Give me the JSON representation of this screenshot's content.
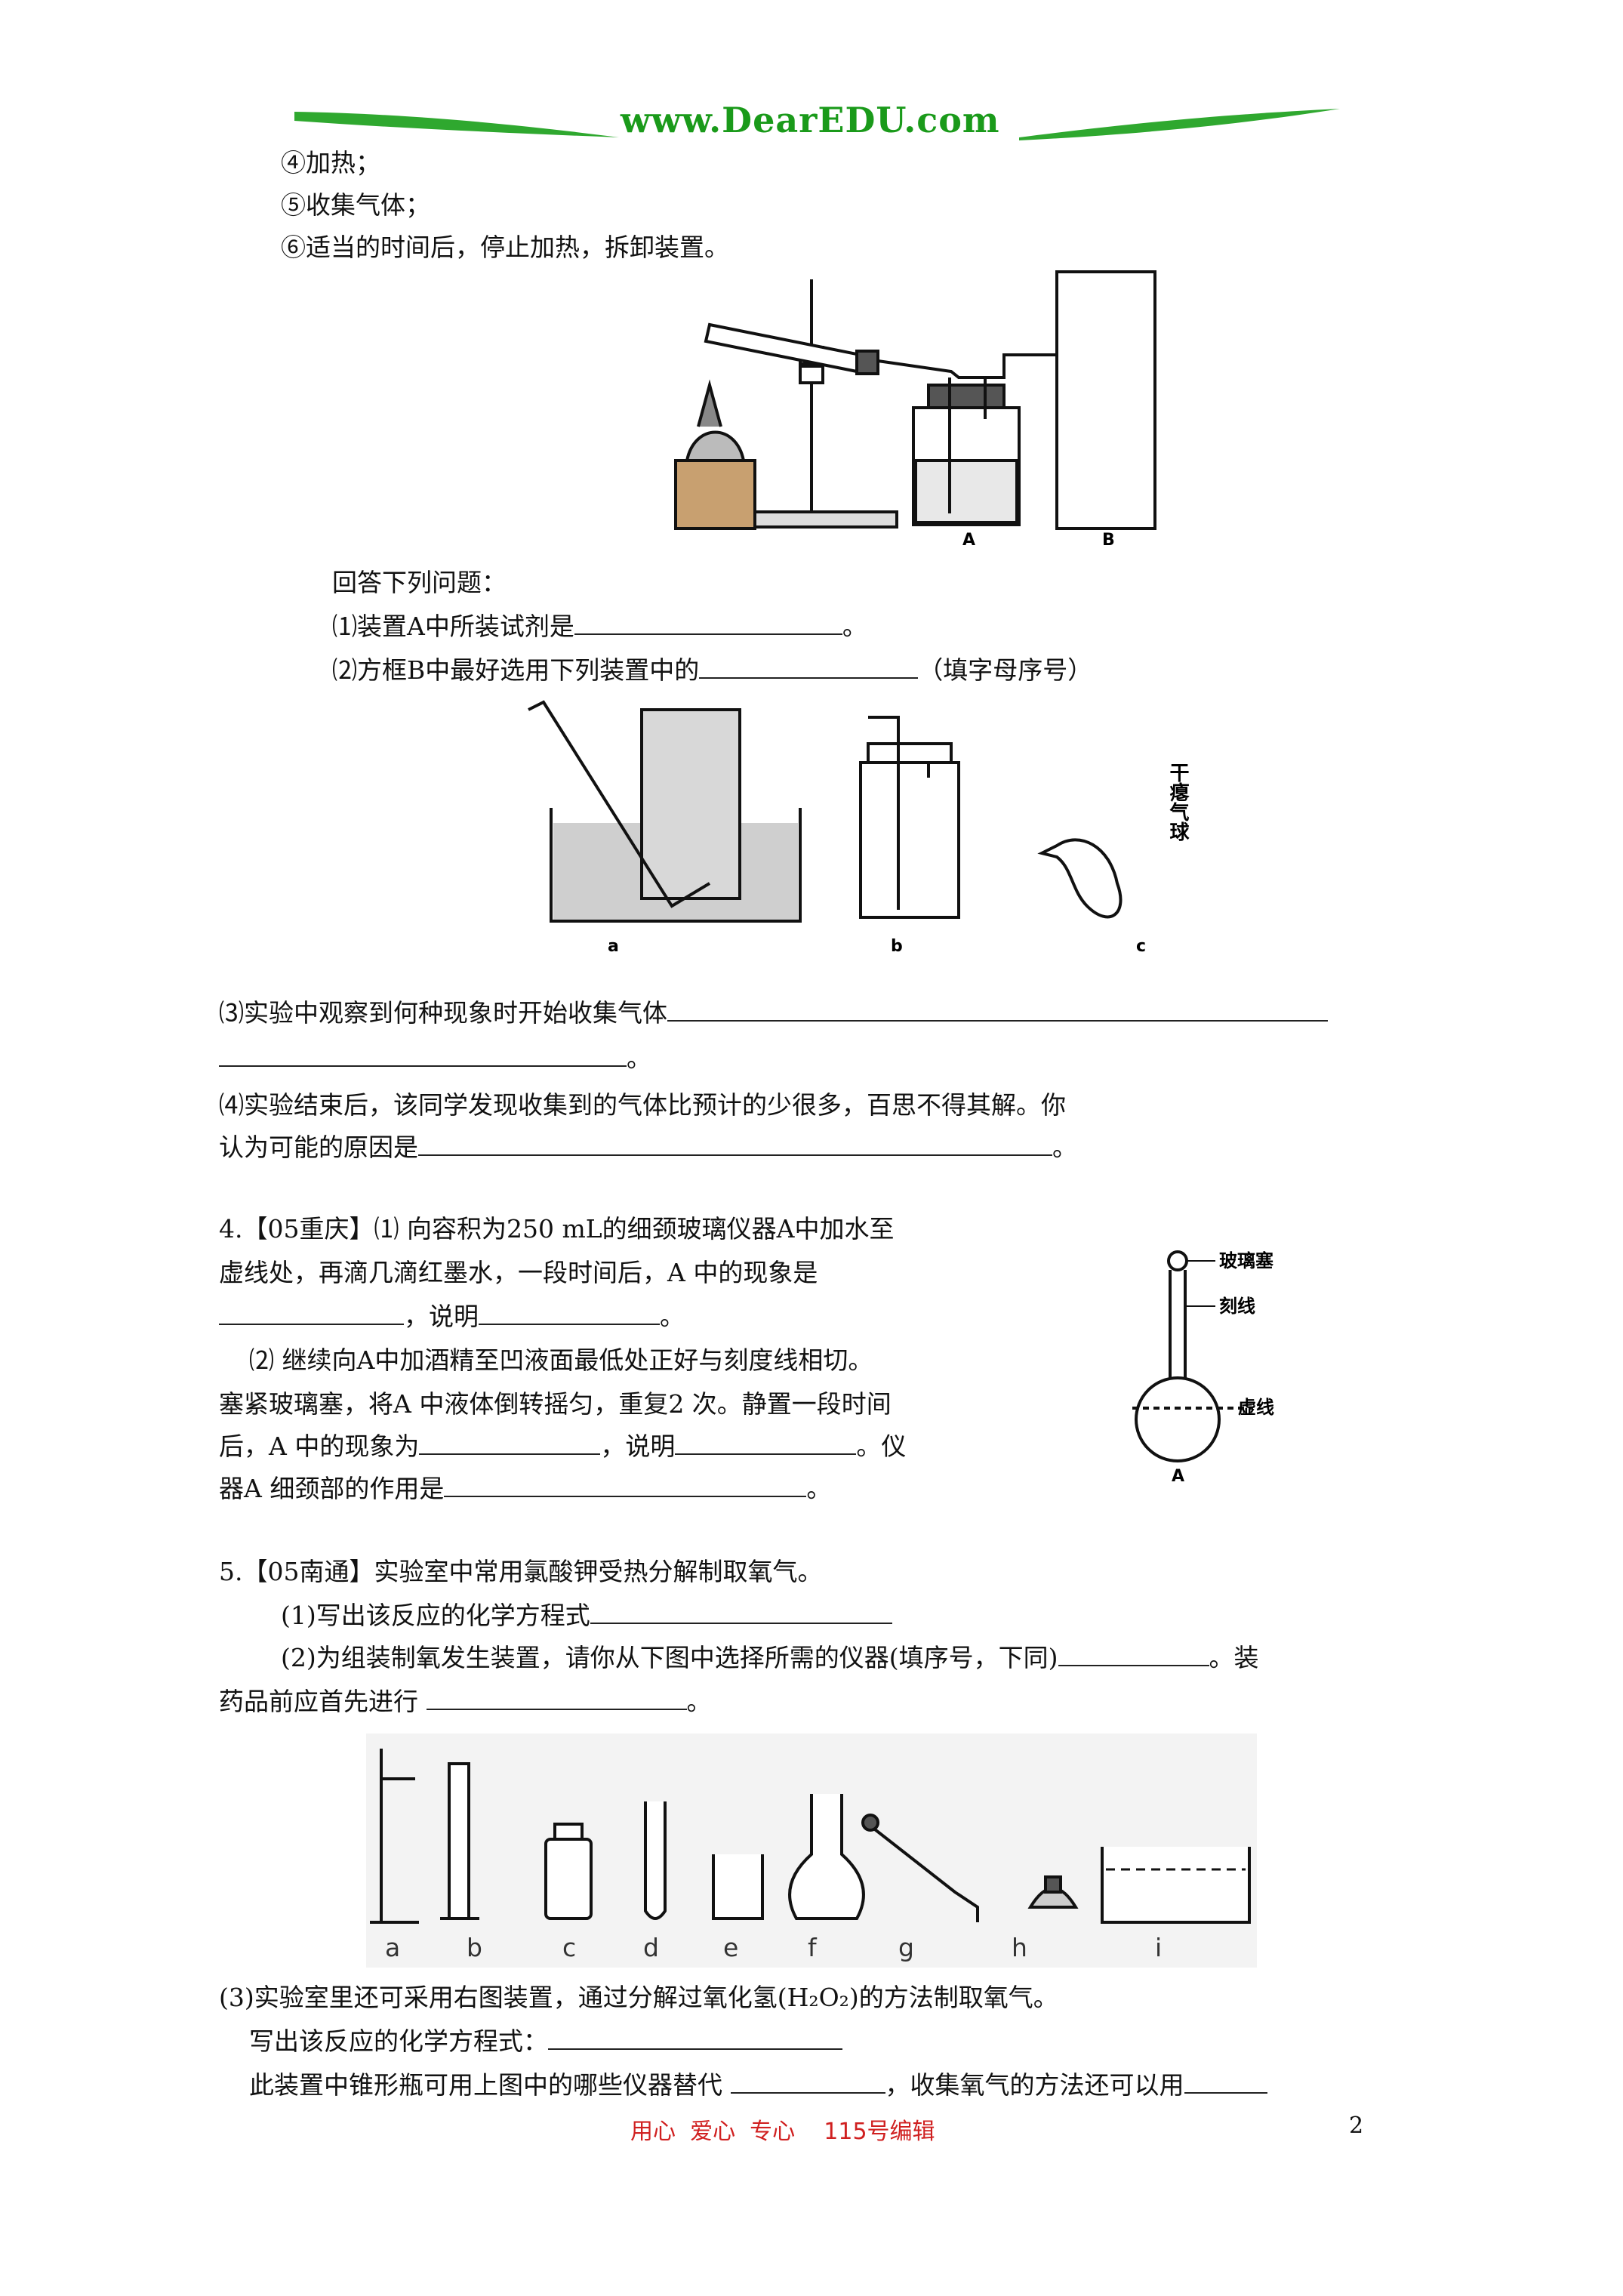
{
  "header": {
    "site": "www.DearEDU.com"
  },
  "steps": [
    "④加热；",
    "⑤收集气体；",
    "⑥适当的时间后，停止加热，拆卸装置。"
  ],
  "fig1": {
    "label_a": "A",
    "label_b": "B"
  },
  "q_intro": "回答下列问题：",
  "q1": {
    "prefix": "⑴装置A中所装试剂是",
    "suffix": "。"
  },
  "q2": {
    "prefix": "⑵方框B中最好选用下列装置中的",
    "suffix": "（填字母序号）"
  },
  "fig2": {
    "label_a": "a",
    "label_b": "b",
    "label_c": "c",
    "balloon_text": "干瘪气球"
  },
  "q3": {
    "prefix": "⑶实验中观察到何种现象时开始收集气体",
    "line2_suffix": "。"
  },
  "q4": {
    "line1": "⑷实验结束后，该同学发现收集到的气体比预计的少很多，百思不得其解。你",
    "line2_prefix": "认为可能的原因是",
    "line2_suffix": "。"
  },
  "p4": {
    "l1": "4.【05重庆】⑴ 向容积为250 mL的细颈玻璃仪器A中加水至",
    "l2": "虚线处，再滴几滴红墨水，一段时间后，A 中的现象是",
    "l3_mid": "，说明",
    "l3_end": "。",
    "l4": "⑵ 继续向A中加酒精至凹液面最低处正好与刻度线相切。",
    "l5": "塞紧玻璃塞，将A 中液体倒转摇匀，重复2 次。静置一段时间",
    "l6_prefix": "后，A 中的现象为",
    "l6_mid": "，说明",
    "l6_end": "。仪",
    "l7_prefix": "器A 细颈部的作用是",
    "l7_end": "。",
    "fig_stopper": "玻璃塞",
    "fig_mark": "刻线",
    "fig_dashed": "虚线",
    "fig_label": "A"
  },
  "p5": {
    "l1": "5.【05南通】实验室中常用氯酸钾受热分解制取氧气。",
    "l2": "(1)写出该反应的化学方程式",
    "l3_prefix": "(2)为组装制氧发生装置，请你从下图中选择所需的仪器(填序号，下同)",
    "l3_end": "。装",
    "l4_prefix": "药品前应首先进行",
    "l4_end": "。",
    "labels": [
      "a",
      "b",
      "c",
      "d",
      "e",
      "f",
      "g",
      "h",
      "i"
    ],
    "l5": "(3)实验室里还可采用右图装置，通过分解过氧化氢(H₂O₂)的方法制取氧气。",
    "l6": "写出该反应的化学方程式：",
    "l7_prefix": "此装置中锥形瓶可用上图中的哪些仪器替代",
    "l7_mid": "，收集氧气的方法还可以用"
  },
  "footer": {
    "text": "用心  爱心  专心    115号编辑",
    "page": "2"
  }
}
